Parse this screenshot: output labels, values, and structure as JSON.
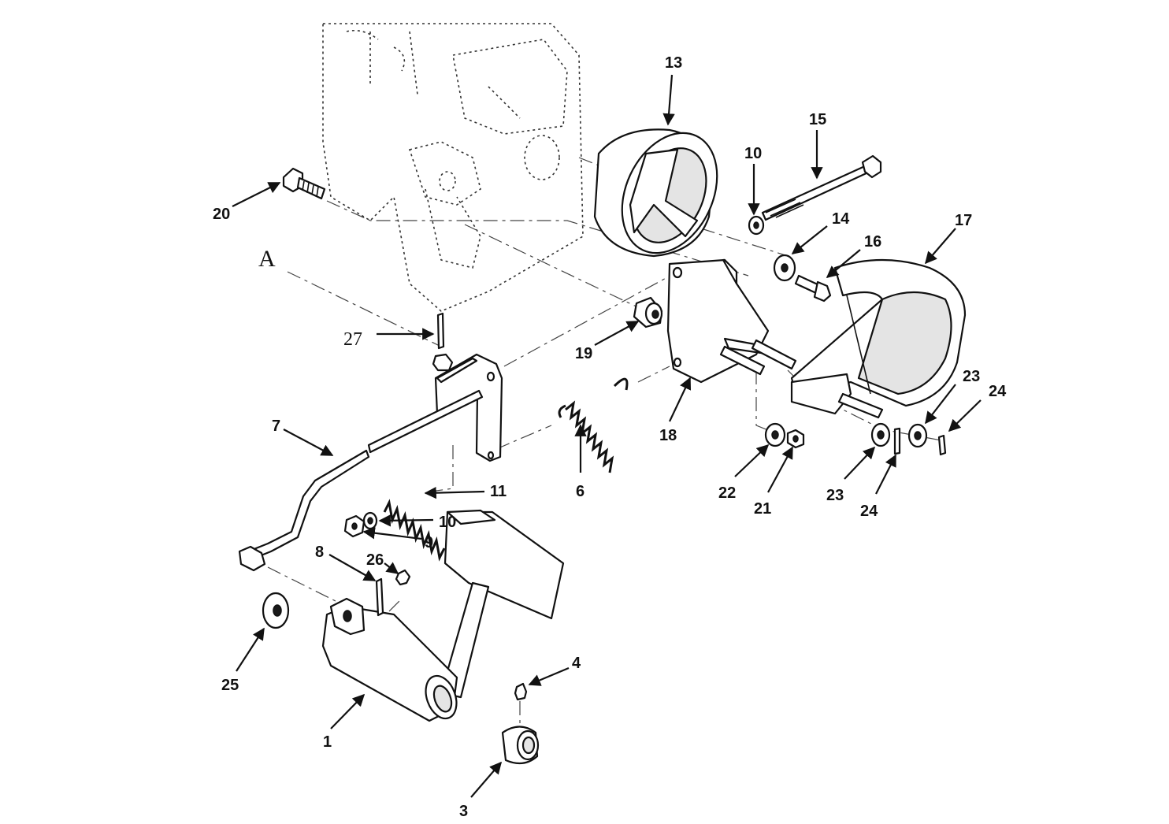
{
  "view_label": "A",
  "callouts": {
    "c13": "13",
    "c15": "15",
    "c10a": "10",
    "c14": "14",
    "c16": "16",
    "c17": "17",
    "c20": "20",
    "c27": "27",
    "c19": "19",
    "c7": "7",
    "c18": "18",
    "c6": "6",
    "c11": "11",
    "c10b": "10",
    "c9": "9",
    "c22": "22",
    "c21": "21",
    "c23a": "23",
    "c24a": "24",
    "c23b": "23",
    "c24b": "24",
    "c8": "8",
    "c26": "26",
    "c4": "4",
    "c25": "25",
    "c1": "1",
    "c3": "3"
  }
}
